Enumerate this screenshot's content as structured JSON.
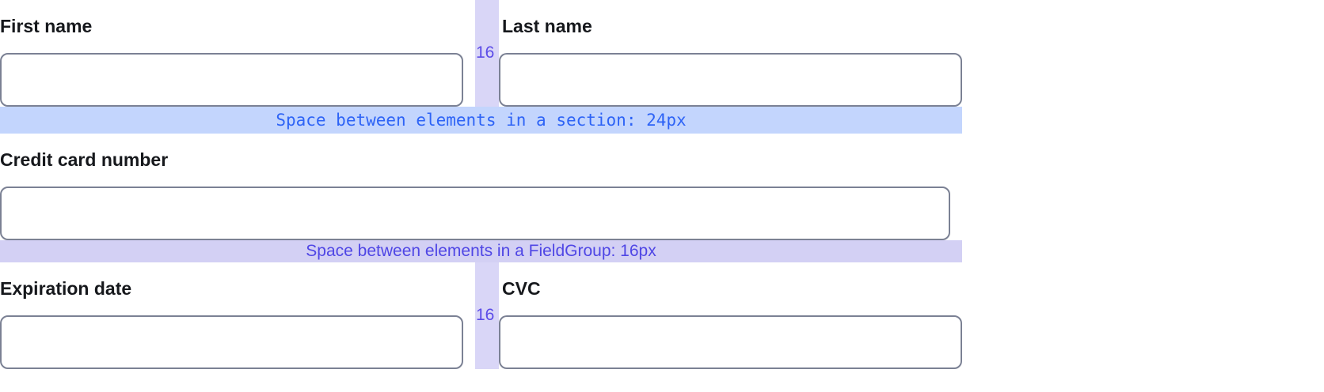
{
  "form": {
    "rows": [
      {
        "type": "pair",
        "left": {
          "label": "First name",
          "value": "",
          "placeholder": ""
        },
        "right": {
          "label": "Last name",
          "value": "",
          "placeholder": ""
        },
        "gap_label": "16"
      },
      {
        "type": "band",
        "variant": "section",
        "text": "Space between elements in a section: 24px"
      },
      {
        "type": "single",
        "field": {
          "label": "Credit card number",
          "value": "",
          "placeholder": ""
        }
      },
      {
        "type": "band",
        "variant": "fieldgroup",
        "text": "Space between elements in a FieldGroup: 16px"
      },
      {
        "type": "pair",
        "left": {
          "label": "Expiration date",
          "value": "",
          "placeholder": ""
        },
        "right": {
          "label": "CVC",
          "value": "",
          "placeholder": ""
        },
        "gap_label": "16"
      }
    ]
  },
  "labels": {
    "first_name": "First name",
    "last_name": "Last name",
    "credit_card_number": "Credit card number",
    "expiration_date": "Expiration date",
    "cvc": "CVC"
  },
  "gaps": {
    "column_gap_top": "16",
    "column_gap_bottom": "16",
    "section_space_text": "Space between elements in a section: 24px",
    "fieldgroup_space_text": "Space between elements in a FieldGroup: 16px"
  },
  "colors": {
    "gap_column_bg": "#d9d6f7",
    "gap_label_text": "#5b4be8",
    "section_band_bg": "#c3d5fd",
    "section_band_text": "#2d63f6",
    "fieldgroup_band_bg": "#d3d0f4",
    "fieldgroup_band_text": "#4f46e5",
    "input_border": "#7b8194",
    "label_text": "#16181c",
    "page_bg": "#ffffff"
  }
}
